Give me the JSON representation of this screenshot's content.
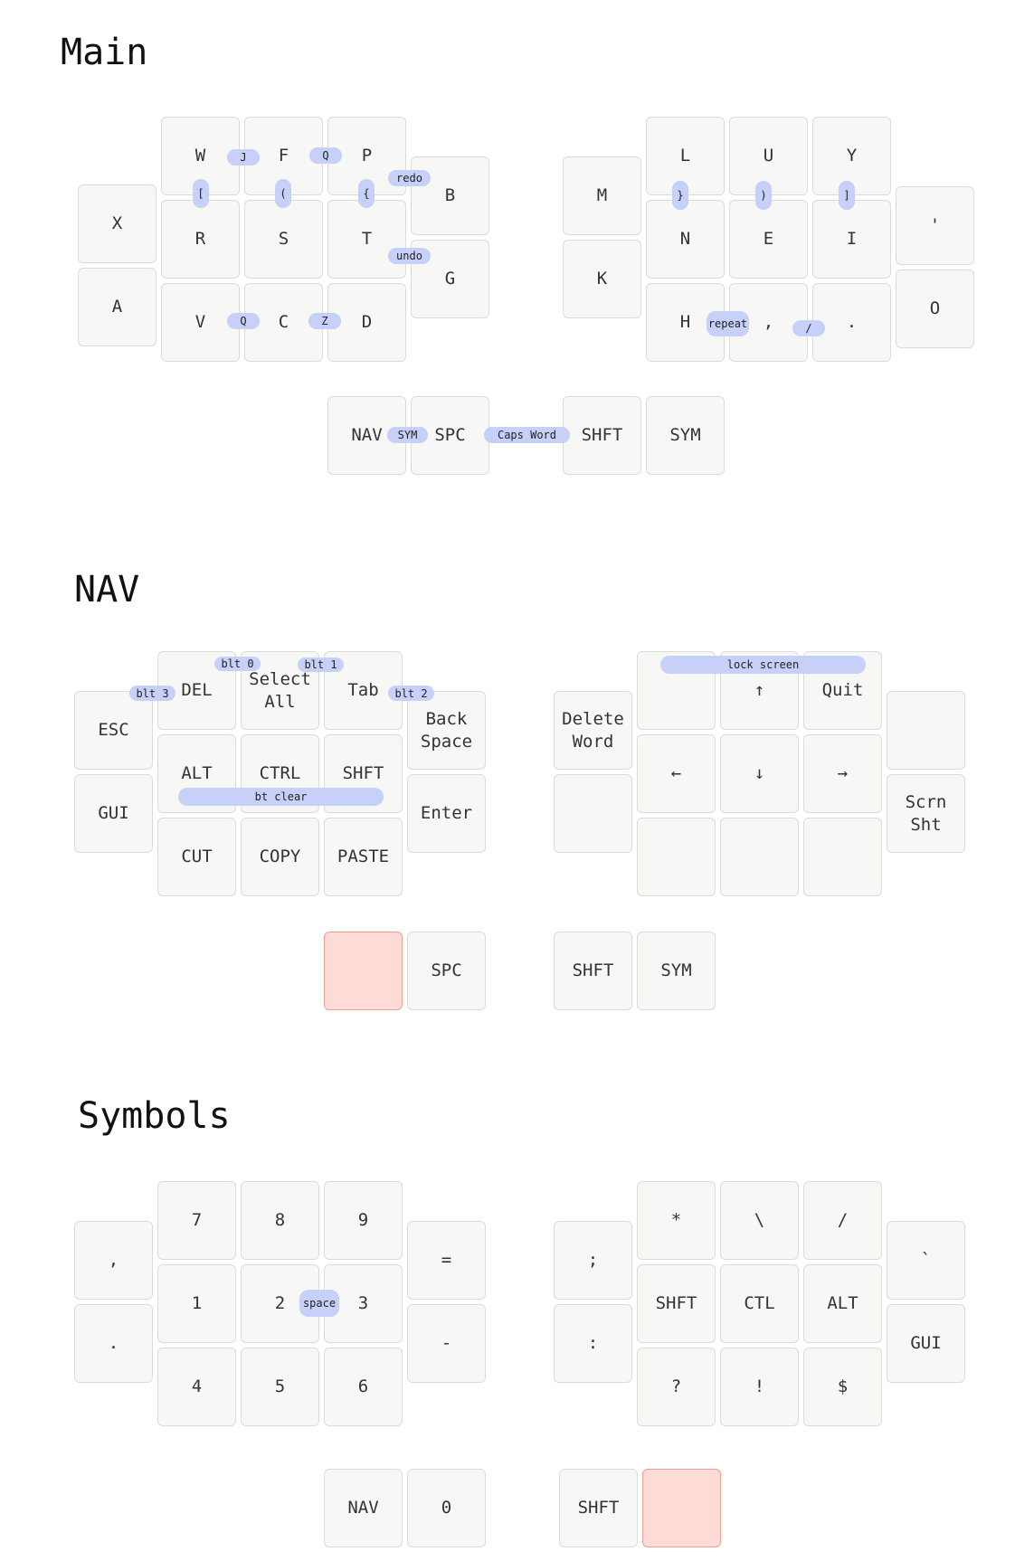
{
  "layers": {
    "main": {
      "title": "Main",
      "keys": {
        "x": "X",
        "a": "A",
        "w": "W",
        "r": "R",
        "v": "V",
        "f": "F",
        "s": "S",
        "c": "C",
        "p": "P",
        "t": "T",
        "d": "D",
        "b": "B",
        "g": "G",
        "m": "M",
        "k": "K",
        "l": "L",
        "n": "N",
        "h": "H",
        "u": "U",
        "e": "E",
        "comma": ",",
        "y": "Y",
        "i": "I",
        "period": ".",
        "quote": "'",
        "o": "O",
        "nav": "NAV",
        "spc": "SPC",
        "shft": "SHFT",
        "sym": "SYM"
      },
      "combos": {
        "j": "J",
        "q_top": "Q",
        "redo": "redo",
        "lbracket": "[",
        "lparen": "(",
        "lbrace": "{",
        "undo": "undo",
        "q_bottom": "Q",
        "z": "Z",
        "rbrace": "}",
        "rparen": ")",
        "rbracket": "]",
        "repeat": "repeat",
        "slash": "/",
        "sym": "SYM",
        "caps_word": "Caps Word"
      }
    },
    "nav": {
      "title": "NAV",
      "keys": {
        "esc": "ESC",
        "gui": "GUI",
        "del": "DEL",
        "alt": "ALT",
        "cut": "CUT",
        "select_all": "Select\nAll",
        "ctrl": "CTRL",
        "copy": "COPY",
        "tab": "Tab",
        "shft": "SHFT",
        "paste": "PASTE",
        "backspace": "Back\nSpace",
        "enter": "Enter",
        "delete_word": "Delete\nWord",
        "blank_l": "",
        "blank_r1": "",
        "left": "←",
        "blank_r3": "",
        "up": "↑",
        "down": "↓",
        "blank_r4": "",
        "quit": "Quit",
        "right": "→",
        "blank_r5": "",
        "blank_r6": "",
        "scrn_sht": "Scrn\nSht",
        "held": "",
        "spc": "SPC",
        "thumb_shft": "SHFT",
        "thumb_sym": "SYM"
      },
      "combos": {
        "blt0": "blt 0",
        "blt1": "blt 1",
        "blt3": "blt 3",
        "blt2": "blt 2",
        "bt_clear": "bt clear",
        "lock_screen": "lock screen"
      }
    },
    "symbols": {
      "title": "Symbols",
      "keys": {
        "comma": ",",
        "period": ".",
        "n7": "7",
        "n1": "1",
        "n4": "4",
        "n8": "8",
        "n2": "2",
        "n5": "5",
        "n9": "9",
        "n3": "3",
        "n6": "6",
        "equals": "=",
        "minus": "-",
        "semicolon": ";",
        "colon": ":",
        "star": "*",
        "shft": "SHFT",
        "question": "?",
        "backslash": "\\",
        "ctl": "CTL",
        "bang": "!",
        "slash": "/",
        "alt": "ALT",
        "dollar": "$",
        "grave": "`",
        "gui": "GUI",
        "nav": "NAV",
        "zero": "0",
        "thumb_shft": "SHFT",
        "held": ""
      },
      "combos": {
        "space": "space"
      }
    }
  },
  "colors": {
    "key_bg": "#f7f7f5",
    "key_border": "#dcdcd6",
    "combo_bg": "#c6d0f8",
    "held_bg": "#fddcd8",
    "held_border": "#f29c92"
  }
}
